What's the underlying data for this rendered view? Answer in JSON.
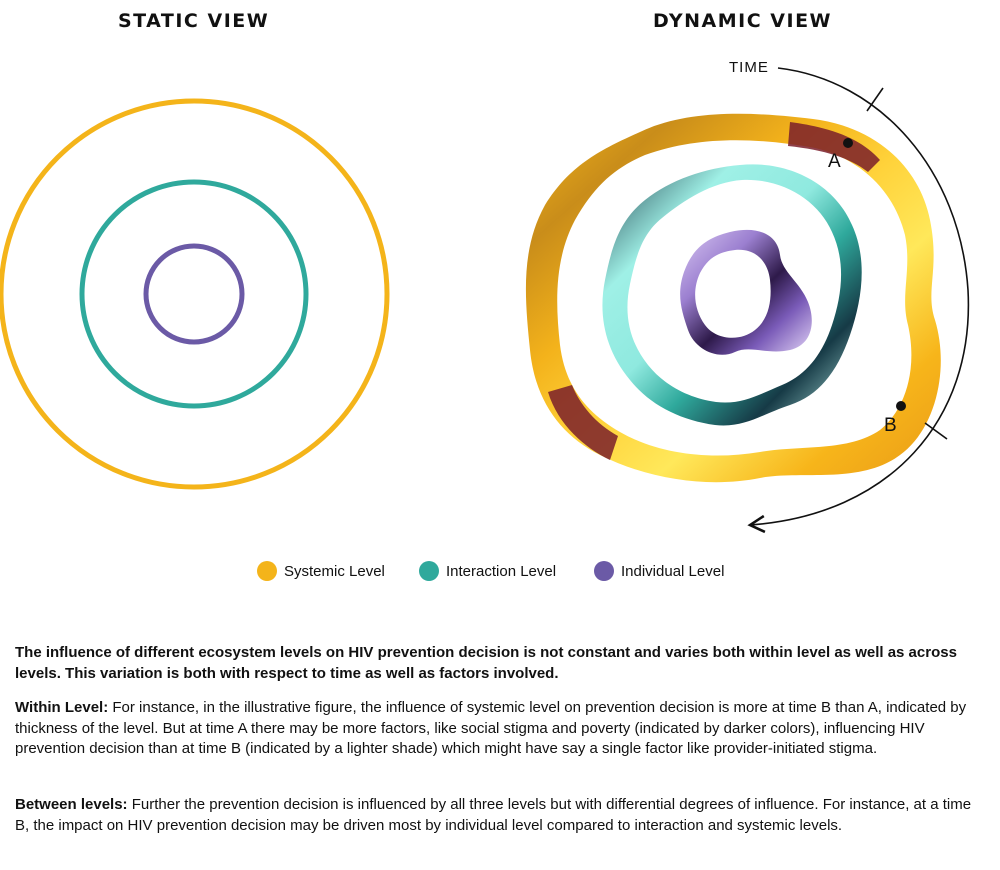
{
  "titles": {
    "static": "STATIC VIEW",
    "dynamic": "DYNAMIC VIEW"
  },
  "diagram": {
    "time_label": "TIME",
    "point_a": "A",
    "point_b": "B"
  },
  "colors": {
    "systemic": "#F4B41A",
    "interaction": "#2FA99C",
    "individual": "#6B5AA6"
  },
  "legend": [
    {
      "label": "Systemic Level",
      "color": "#F4B41A"
    },
    {
      "label": "Interaction Level",
      "color": "#2FA99C"
    },
    {
      "label": "Individual Level",
      "color": "#6B5AA6"
    }
  ],
  "caption": {
    "lead": "The influence of different ecosystem levels on HIV prevention decision is not constant and varies both within level as well as across levels. This variation is both with respect to time as well as factors involved.",
    "within_head": "Within Level:",
    "within_text": " For instance, in the illustrative figure, the influence of systemic level on prevention decision is more at time B than A, indicated by thickness of the level. But at time A there may be more factors, like social stigma and poverty (indicated by darker colors), influencing HIV prevention decision than at time B (indicated by a lighter shade) which might have say a single factor like provider-initiated stigma.",
    "between_head": "Between levels:",
    "between_text": " Further the prevention decision is influenced by all three levels but with differential degrees of influence. For instance, at a time B, the impact on HIV prevention decision may be driven most by individual level compared to interaction and systemic levels."
  }
}
